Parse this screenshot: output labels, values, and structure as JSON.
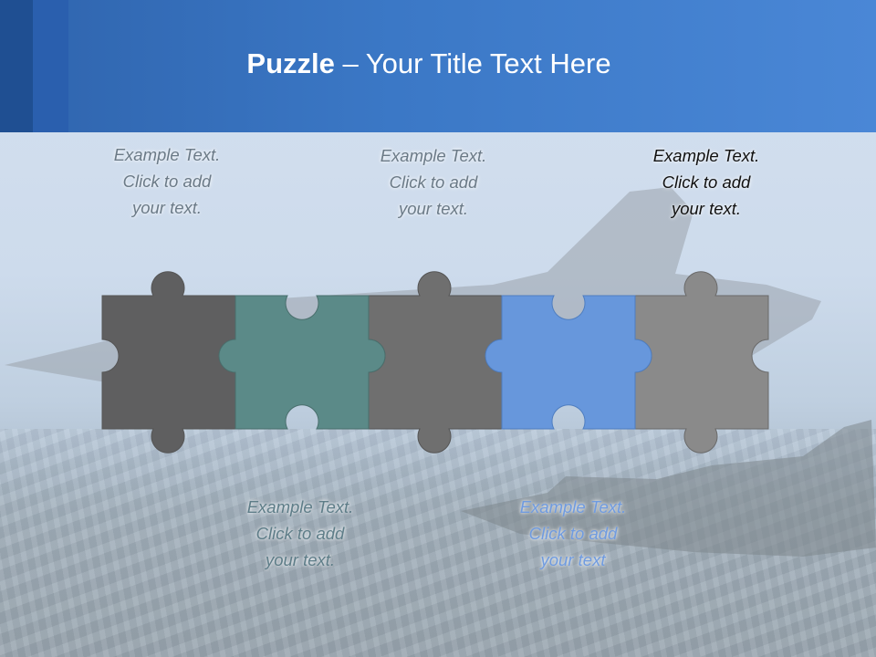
{
  "title": {
    "bold": "Puzzle",
    "rest": " – Your Title Text Here"
  },
  "callouts": [
    {
      "lines": [
        "Example Text.",
        "Click  to add",
        "your text."
      ]
    },
    {
      "lines": [
        "Example Text.",
        "Click  to add",
        "your text."
      ]
    },
    {
      "lines": [
        "Example Text.",
        "Click  to add",
        "your text."
      ]
    },
    {
      "lines": [
        "Example Text.",
        "Click  to add",
        "your text."
      ]
    },
    {
      "lines": [
        "Example Text.",
        "Click  to add",
        "your text"
      ]
    }
  ],
  "colors": {
    "header": "#3b78c6",
    "piece1": "#5f5f60",
    "piece2": "#5b8a88",
    "piece3": "#6f6f6f",
    "piece4": "#6797dc",
    "piece5": "#8a8a8a"
  }
}
